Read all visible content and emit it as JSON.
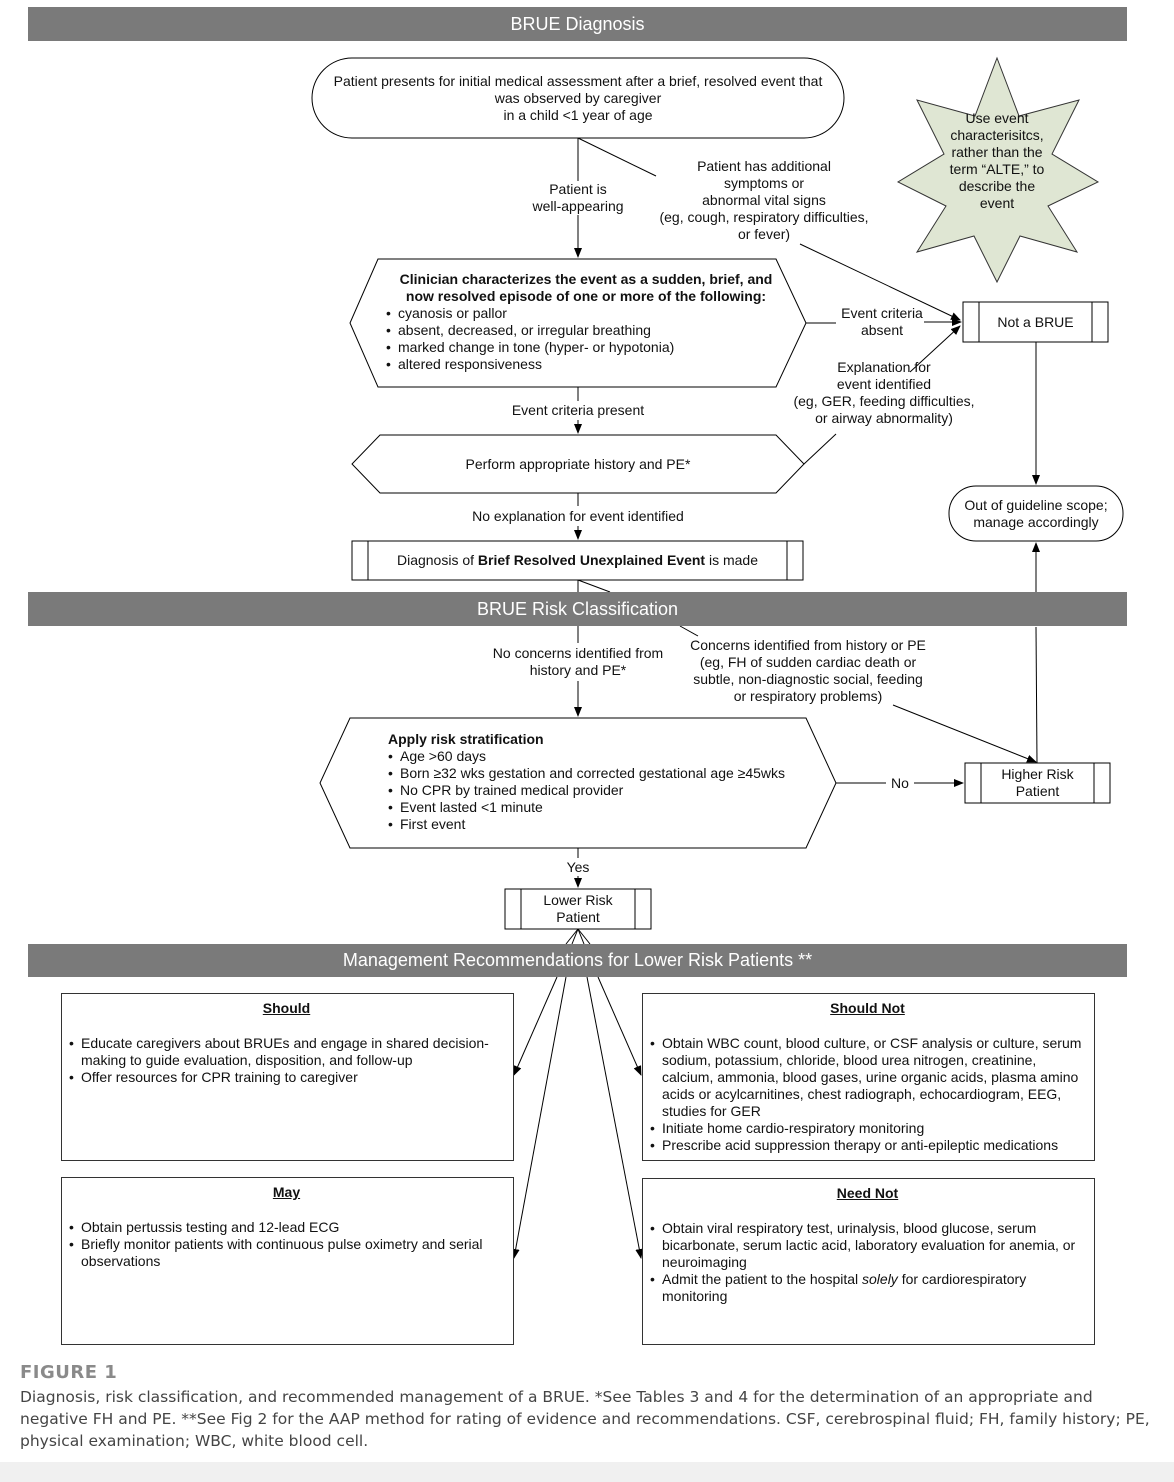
{
  "bands": {
    "diagnosis": "BRUE Diagnosis",
    "risk": "BRUE Risk Classification",
    "management": "Management Recommendations for Lower Risk Patients **"
  },
  "start": {
    "line1": "Patient presents for initial medical assessment after a brief, resolved event that",
    "line2": "was observed by caregiver",
    "line3": "in a child <1 year of age"
  },
  "star_note": [
    "Use event",
    "characterisitcs,",
    "rather than the",
    "term “ALTE,” to",
    "describe the",
    "event"
  ],
  "labels": {
    "well_appearing": [
      "Patient is",
      "well-appearing"
    ],
    "additional_symptoms": [
      "Patient has additional",
      "symptoms or",
      "abnormal vital signs",
      "(eg, cough, respiratory difficulties,",
      "or fever)"
    ],
    "event_criteria_absent": [
      "Event criteria",
      "absent"
    ],
    "explanation_identified": [
      "Explanation for",
      "event identified",
      "(eg, GER, feeding difficulties,",
      "or airway abnormality)"
    ],
    "event_criteria_present": "Event criteria present",
    "no_explanation": "No explanation for event identified",
    "no_concerns": [
      "No concerns identified from",
      "history and PE*"
    ],
    "concerns": [
      "Concerns identified from history or PE",
      "(eg, FH of sudden cardiac death or",
      "subtle, non-diagnostic social, feeding",
      "or respiratory problems)"
    ],
    "no": "No",
    "yes": "Yes"
  },
  "clinician": {
    "heading1": "Clinician characterizes the event as a sudden, brief, and",
    "heading2": "now resolved episode of one or more of the following:",
    "items": [
      "cyanosis or pallor",
      "absent, decreased, or irregular breathing",
      "marked change in tone (hyper- or hypotonia)",
      "altered responsiveness"
    ]
  },
  "history_pe": "Perform appropriate history and PE*",
  "not_brue": "Not a BRUE",
  "out_of_scope": [
    "Out of guideline scope;",
    "manage accordingly"
  ],
  "diagnosis": {
    "pre": "Diagnosis of ",
    "bold": "Brief Resolved Unexplained Event",
    "post": " is made"
  },
  "risk": {
    "heading": "Apply risk stratification",
    "items": [
      "Age >60 days",
      "Born ≥32 wks gestation and corrected gestational age ≥45wks",
      "No CPR by trained medical provider",
      "Event lasted <1 minute",
      "First event"
    ]
  },
  "higher_risk": [
    "Higher Risk",
    "Patient"
  ],
  "lower_risk": [
    "Lower Risk",
    "Patient"
  ],
  "should": {
    "title": "Should",
    "items": [
      "Educate caregivers about BRUEs and engage in shared decision-making to guide evaluation, disposition, and follow-up",
      "Offer resources for CPR training to caregiver"
    ]
  },
  "should_not": {
    "title": "Should Not",
    "items": [
      "Obtain WBC count, blood culture, or CSF analysis or culture, serum sodium, potassium, chloride, blood urea nitrogen, creatinine, calcium, ammonia, blood gases, urine organic acids, plasma amino acids or acylcarnitines, chest radiograph, echocardiogram, EEG, studies for GER",
      "Initiate home cardio-respiratory monitoring",
      "Prescribe acid suppression therapy or anti-epileptic medications"
    ]
  },
  "may": {
    "title": "May",
    "items": [
      "Obtain pertussis testing and 12-lead ECG",
      "Briefly monitor patients with continuous pulse oximetry and serial observations"
    ]
  },
  "need_not": {
    "title": "Need Not",
    "item1": "Obtain viral respiratory test, urinalysis, blood glucose, serum bicarbonate, serum lactic acid, laboratory evaluation for anemia, or neuroimaging",
    "item2_pre": "Admit the patient to the hospital ",
    "item2_em": "solely",
    "item2_post": " for cardiorespiratory monitoring"
  },
  "caption": {
    "title": "FIGURE 1",
    "text": "Diagnosis, risk classification, and recommended management of a BRUE. *See Tables 3 and 4 for the determination of an appropriate and negative FH and PE. **See Fig 2 for the AAP method for rating of evidence and recommendations. CSF, cerebrospinal fluid; FH, family history; PE, physical examination; WBC, white blood cell."
  },
  "colors": {
    "band": "#7a7a7a",
    "star_fill": "#dfe6d3",
    "caption_title": "#8a8a8a",
    "caption_text": "#444444"
  }
}
